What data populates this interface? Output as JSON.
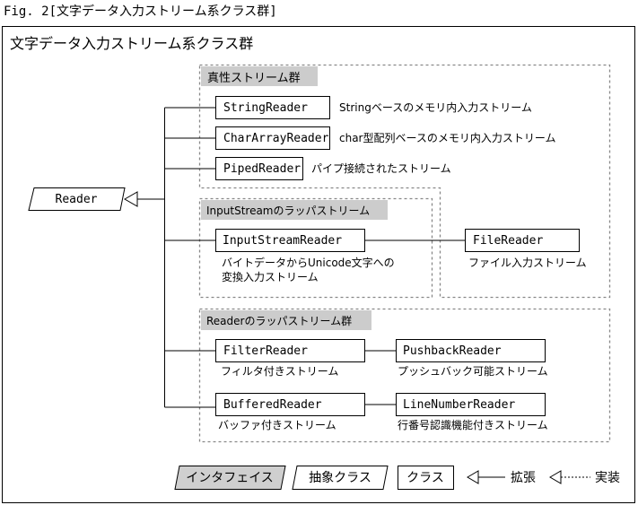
{
  "figure": {
    "caption": "Fig. 2[文字データ入力ストリーム系クラス群]",
    "title": "文字データ入力ストリーム系クラス群"
  },
  "base_class": {
    "name": "Reader"
  },
  "groups": {
    "true_streams": {
      "label": "真性ストリーム群",
      "classes": [
        {
          "name": "StringReader",
          "desc": "Stringベースのメモリ内入力ストリーム"
        },
        {
          "name": "CharArrayReader",
          "desc": "char型配列ベースのメモリ内入力ストリーム"
        },
        {
          "name": "PipedReader",
          "desc": "パイプ接続されたストリーム"
        }
      ],
      "file_reader": {
        "name": "FileReader",
        "desc": "ファイル入力ストリーム"
      }
    },
    "inputstream_wrappers": {
      "label": "InputStreamのラッパストリーム",
      "class": {
        "name": "InputStreamReader",
        "desc_line1": "バイトデータからUnicode文字への",
        "desc_line2": "変換入力ストリーム"
      }
    },
    "reader_wrappers": {
      "label": "Readerのラッパストリーム群",
      "rows": [
        {
          "parent": {
            "name": "FilterReader",
            "desc": "フィルタ付きストリーム"
          },
          "child": {
            "name": "PushbackReader",
            "desc": "プッシュバック可能ストリーム"
          }
        },
        {
          "parent": {
            "name": "BufferedReader",
            "desc": "バッファ付きストリーム"
          },
          "child": {
            "name": "LineNumberReader",
            "desc": "行番号認識機能付きストリーム"
          }
        }
      ]
    }
  },
  "legend": {
    "interface": "インタフェイス",
    "abstract_class": "抽象クラス",
    "class": "クラス",
    "extends": "拡張",
    "implements": "実装"
  }
}
